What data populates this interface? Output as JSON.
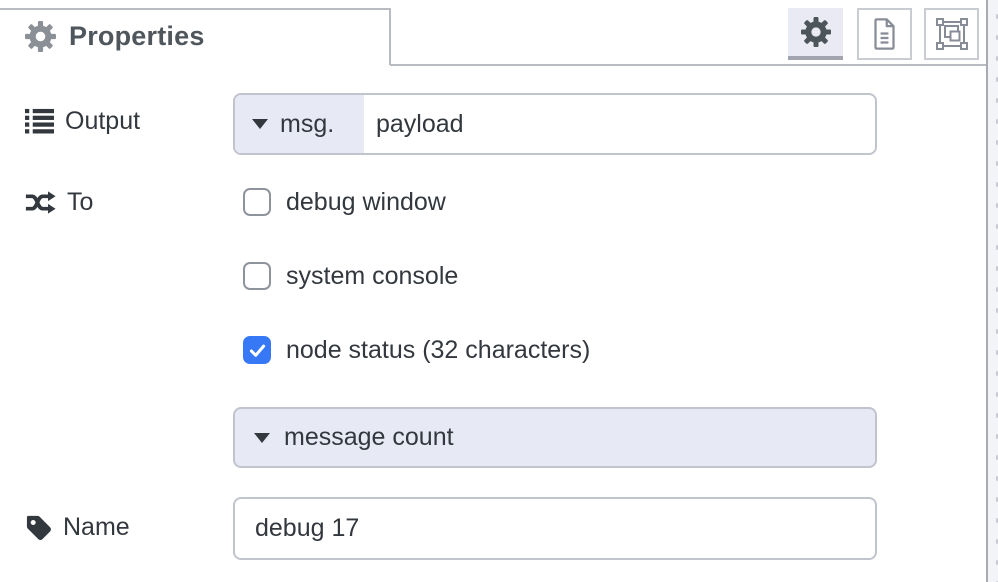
{
  "header": {
    "tab_label": "Properties",
    "toolbar": {
      "properties_button_icon": "gear-icon",
      "description_button_icon": "file-icon",
      "appearance_button_icon": "appearance-icon"
    }
  },
  "form": {
    "output": {
      "label": "Output",
      "icon": "list-icon",
      "typed_input": {
        "selector": "msg.",
        "value": "payload"
      }
    },
    "to": {
      "label": "To",
      "icon": "shuffle-icon",
      "checkboxes": [
        {
          "label": "debug window",
          "checked": false
        },
        {
          "label": "system console",
          "checked": false
        },
        {
          "label": "node status (32 characters)",
          "checked": true
        }
      ],
      "status_value": "message count"
    },
    "name": {
      "label": "Name",
      "icon": "tag-icon",
      "value": "debug 17"
    }
  },
  "colors": {
    "accent_lavender": "#e7e9f5",
    "checkbox_blue": "#3678f5",
    "input_border": "#c2c4cd",
    "tab_border": "#b9bbc3",
    "text": "#33383e"
  }
}
